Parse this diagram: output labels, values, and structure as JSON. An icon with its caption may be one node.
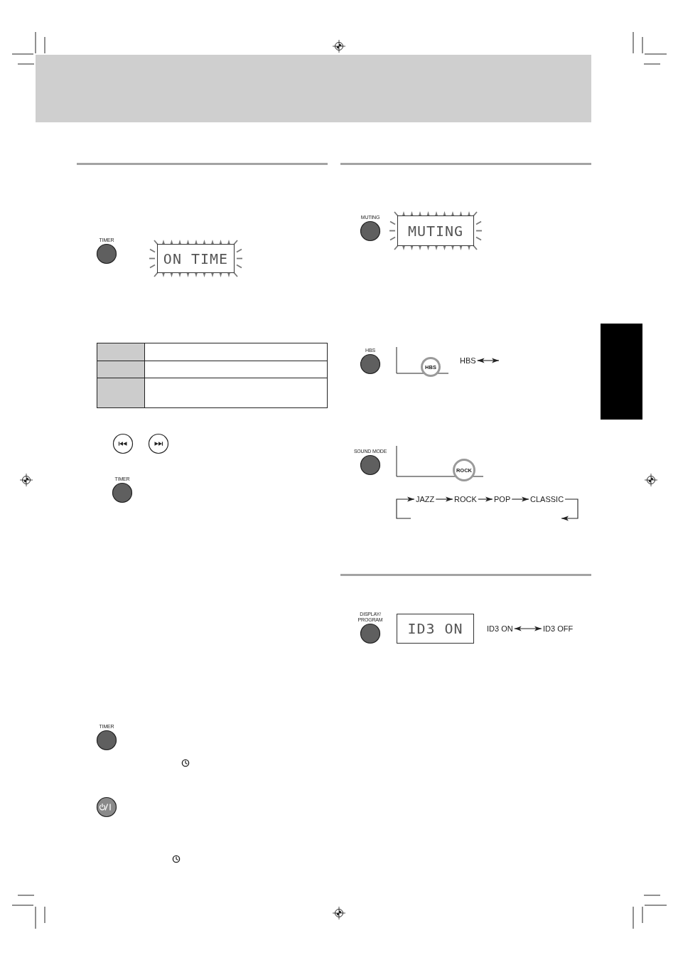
{
  "diagram": {
    "nodes": [
      {
        "text": [
          "TIMER"
        ]
      },
      {
        "text": [
          "ON TIME"
        ]
      },
      {
        "text": [],
        "shape": "circle"
      },
      {
        "text": [],
        "shape": "circle"
      },
      {
        "text": [
          "TIMER"
        ]
      },
      {
        "text": [
          "TIMER"
        ]
      },
      {
        "text": [],
        "shape": "circle"
      },
      {
        "text": [
          "MUTING"
        ]
      },
      {
        "text": [
          "MUTING"
        ]
      },
      {
        "text": [
          "HBS"
        ]
      },
      {
        "text": [
          "HBS"
        ]
      },
      {
        "text": [
          "HBS"
        ]
      },
      {
        "text": [
          "SOUND MODE"
        ]
      },
      {
        "text": [
          "ROCK"
        ]
      },
      {
        "text": [
          "JAZZ"
        ]
      },
      {
        "text": [
          "ROCK"
        ]
      },
      {
        "text": [
          "POP"
        ]
      },
      {
        "text": [
          "CLASSIC"
        ]
      },
      {
        "text": [
          "DISPLAY/ PROGRAM"
        ]
      },
      {
        "text": [
          "ID3 ON"
        ]
      },
      {
        "text": [
          "ID3 ON"
        ]
      },
      {
        "text": [
          "ID3 OFF"
        ]
      },
      {
        "text": [],
        "shape": "box"
      }
    ],
    "edges": [
      {
        "from": 11,
        "to": null,
        "arrow": "both"
      },
      {
        "from": null,
        "to": 14,
        "arrow": "to"
      },
      {
        "from": 14,
        "to": 15,
        "arrow": "to"
      },
      {
        "from": 15,
        "to": 16,
        "arrow": "to"
      },
      {
        "from": 16,
        "to": 17,
        "arrow": "to"
      },
      {
        "from": 17,
        "to": null,
        "arrow": "to"
      },
      {
        "from": 20,
        "to": 21,
        "arrow": "both"
      }
    ]
  }
}
